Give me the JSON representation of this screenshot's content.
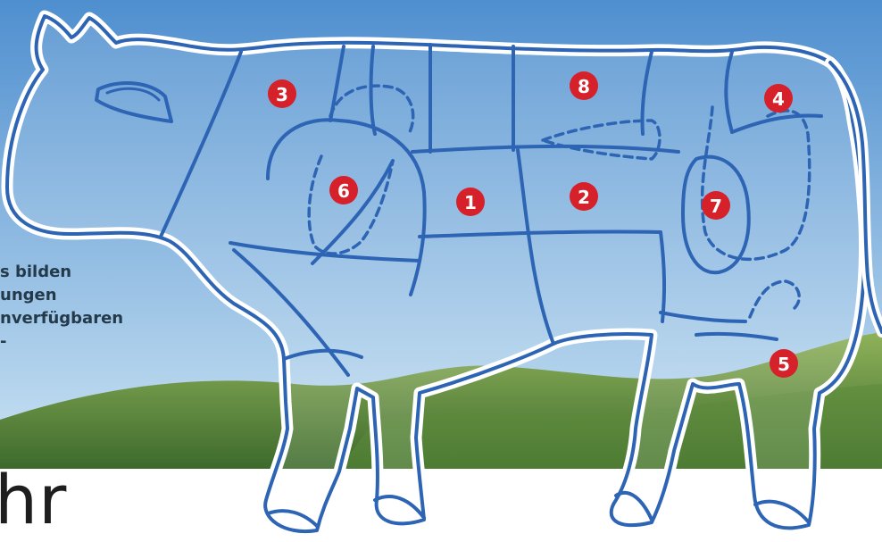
{
  "colors": {
    "sky_top": "#4f8fcf",
    "sky_bottom": "#c9e2f3",
    "grass_light": "#8fb25a",
    "grass_dark": "#3d6a2c",
    "outline": "#2d64b4",
    "badge": "#d6202a",
    "badge_text": "#ffffff",
    "caption": "#243a4a"
  },
  "side_text": [
    "s bilden",
    "ungen",
    "nverfügbaren",
    "-"
  ],
  "bottom_word": "hr",
  "cuts": [
    {
      "number": "1"
    },
    {
      "number": "2"
    },
    {
      "number": "3"
    },
    {
      "number": "4"
    },
    {
      "number": "5"
    },
    {
      "number": "6"
    },
    {
      "number": "7"
    },
    {
      "number": "8"
    }
  ]
}
